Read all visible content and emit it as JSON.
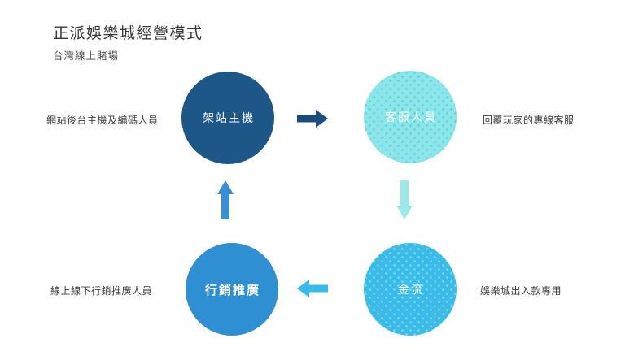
{
  "header": {
    "title": "正派娛樂城經營模式",
    "subtitle": "台灣線上賭場"
  },
  "diagram": {
    "nodes": [
      {
        "id": "hosting",
        "label": "架站主機",
        "color": "#1D5787",
        "text_color": "#ffffff",
        "position": "top-left",
        "side_note": "網站後台主機及編碼人員"
      },
      {
        "id": "service",
        "label": "客服人員",
        "color": "#8AE6E8",
        "text_color": "#ffffff",
        "position": "top-right",
        "side_note": "回覆玩家的專線客服"
      },
      {
        "id": "cashflow",
        "label": "金流",
        "color": "#39BDE8",
        "text_color": "#ffffff",
        "position": "bottom-right",
        "side_note": "娛樂城出入款專用"
      },
      {
        "id": "marketing",
        "label": "行銷推廣",
        "color": "#2E8FD2",
        "text_color": "#ffffff",
        "position": "bottom-left",
        "side_note": "線上線下行銷推廣人員"
      }
    ],
    "arrows": [
      {
        "from": "hosting",
        "to": "service",
        "direction": "right",
        "color": "#1A4C7C"
      },
      {
        "from": "service",
        "to": "cashflow",
        "direction": "down",
        "color": "#9BEAEA"
      },
      {
        "from": "cashflow",
        "to": "marketing",
        "direction": "left",
        "color": "#36BCE8"
      },
      {
        "from": "marketing",
        "to": "hosting",
        "direction": "up",
        "color": "#3A8FD2"
      }
    ]
  }
}
